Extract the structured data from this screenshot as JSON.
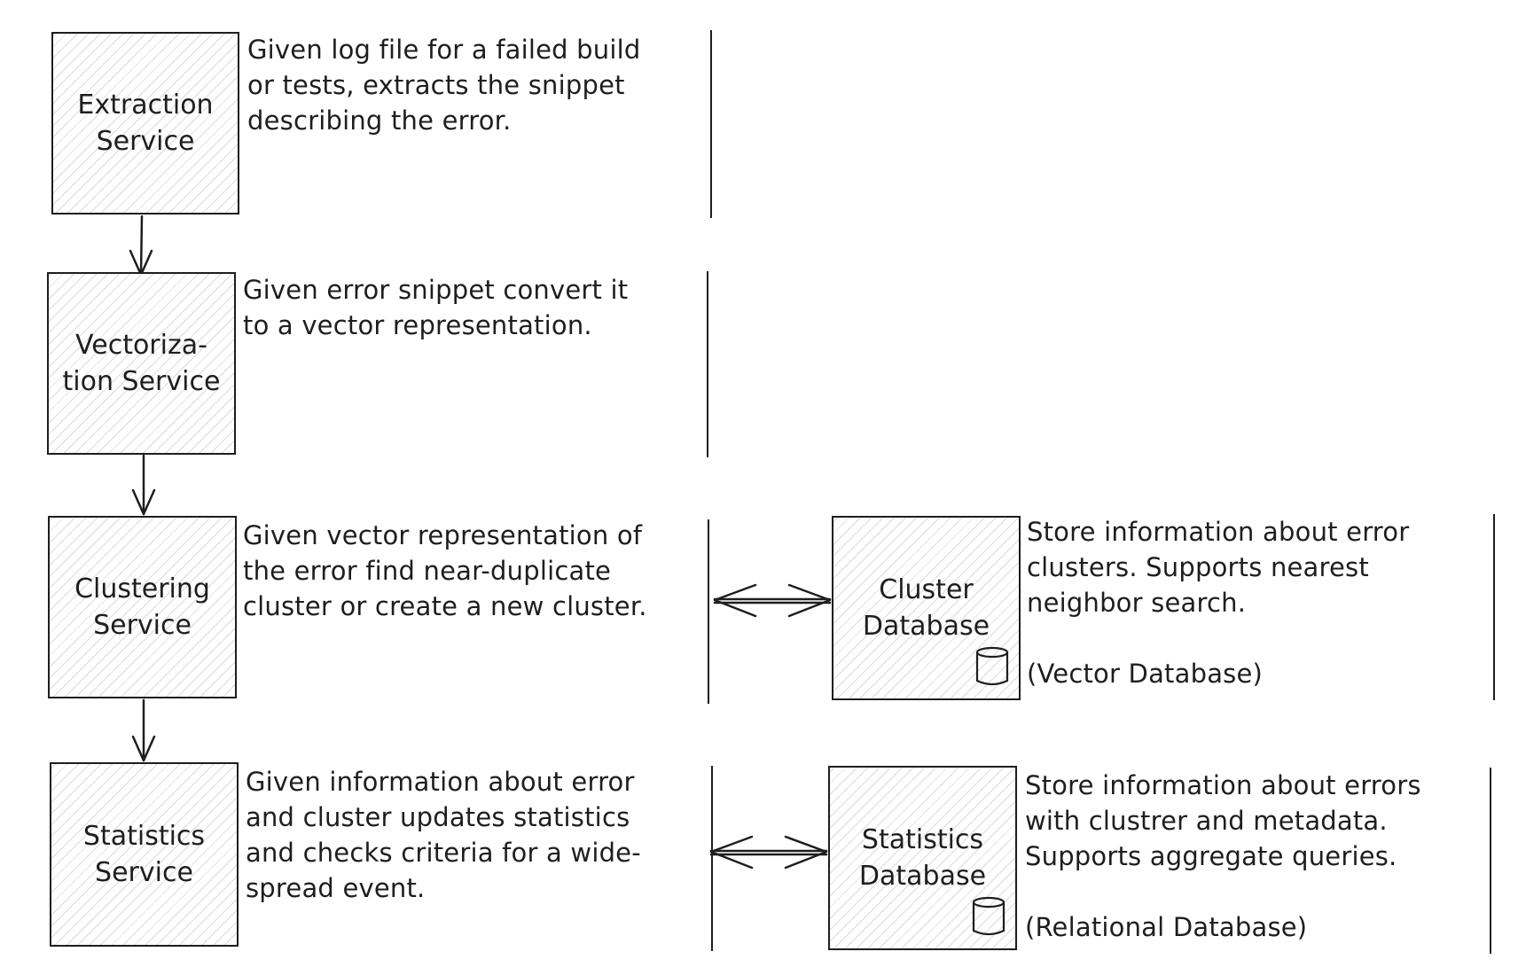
{
  "services": [
    {
      "id": "extraction",
      "label": "Extraction\nService",
      "description": "Given log file for a failed build\nor tests, extracts the snippet\ndescribing the error."
    },
    {
      "id": "vectorization",
      "label": "Vectoriza-\ntion Service",
      "description": "Given error snippet convert it\nto a vector representation."
    },
    {
      "id": "clustering",
      "label": "Clustering\nService",
      "description": "Given vector representation of\nthe error find near-duplicate\ncluster or create a new cluster."
    },
    {
      "id": "statistics",
      "label": "Statistics\nService",
      "description": "Given information about error\nand cluster updates statistics\nand checks criteria for a wide-\nspread event."
    }
  ],
  "databases": [
    {
      "id": "cluster-db",
      "label": "Cluster\nDatabase",
      "description": "Store information about error\nclusters. Supports nearest\nneighbor search.\n\n(Vector Database)",
      "icon": "database-icon"
    },
    {
      "id": "statistics-db",
      "label": "Statistics\nDatabase",
      "description": "Store information about errors\nwith clustrer and metadata.\nSupports aggregate queries.\n\n(Relational Database)",
      "icon": "database-icon"
    }
  ],
  "connections": [
    {
      "from": "extraction",
      "to": "vectorization",
      "kind": "one-way"
    },
    {
      "from": "vectorization",
      "to": "clustering",
      "kind": "one-way"
    },
    {
      "from": "clustering",
      "to": "statistics",
      "kind": "one-way"
    },
    {
      "from": "clustering",
      "to": "cluster-db",
      "kind": "two-way"
    },
    {
      "from": "statistics",
      "to": "statistics-db",
      "kind": "two-way"
    }
  ],
  "style": {
    "stroke_color": "#1e1e1e",
    "fill_pattern": "hatched",
    "background": "#ffffff"
  }
}
